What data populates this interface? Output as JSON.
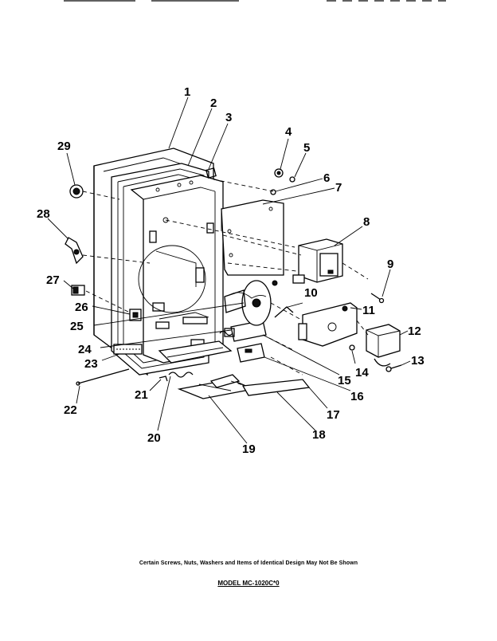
{
  "callouts": [
    "1",
    "2",
    "3",
    "4",
    "5",
    "6",
    "7",
    "8",
    "9",
    "10",
    "11",
    "12",
    "13",
    "14",
    "15",
    "16",
    "17",
    "18",
    "19",
    "20",
    "21",
    "22",
    "23",
    "24",
    "25",
    "26",
    "27",
    "28",
    "29"
  ],
  "footer": {
    "note": "Certain Screws, Nuts, Washers and Items of Identical Design May Not Be Shown",
    "model": "MODEL MC-1020C*0"
  }
}
